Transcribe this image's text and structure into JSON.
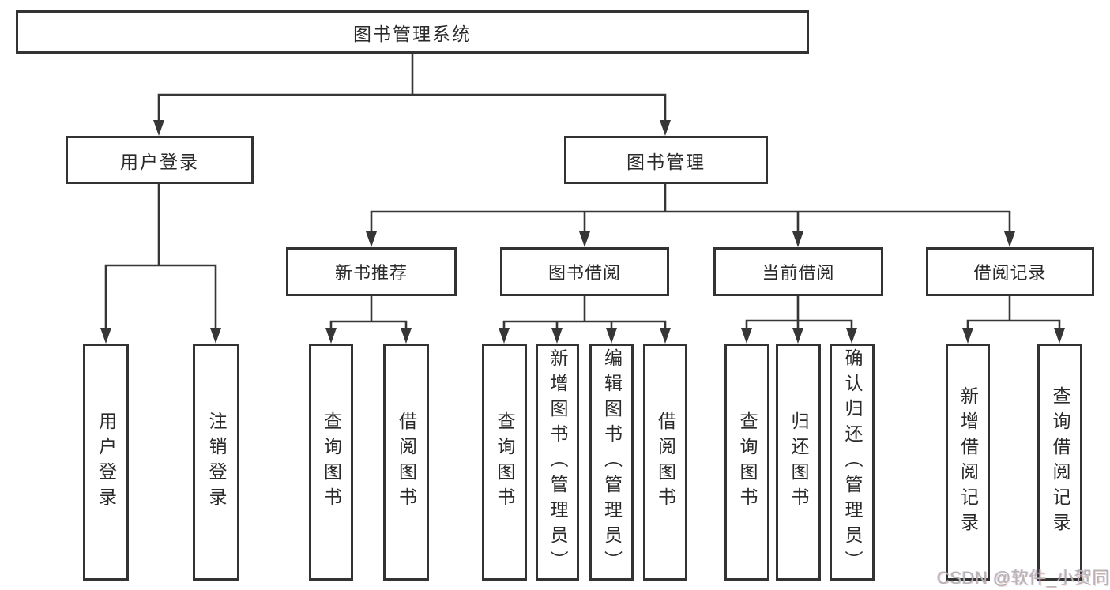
{
  "diagram": {
    "root": "图书管理系统",
    "branches": {
      "user_login": {
        "label": "用户登录",
        "children": [
          "用户登录",
          "注销登录"
        ]
      },
      "book_management": {
        "label": "图书管理",
        "sections": [
          {
            "label": "新书推荐",
            "children": [
              "查询图书",
              "借阅图书"
            ]
          },
          {
            "label": "图书借阅",
            "children": [
              "查询图书",
              "新增图书（管理员）",
              "编辑图书（管理员）",
              "借阅图书"
            ]
          },
          {
            "label": "当前借阅",
            "children": [
              "查询图书",
              "归还图书",
              "确认归还（管理员）"
            ]
          },
          {
            "label": "借阅记录",
            "children": [
              "新增借阅记录",
              "查询借阅记录"
            ]
          }
        ]
      }
    }
  },
  "watermark": {
    "text": "CSDN @软件_小贺同学"
  },
  "colors": {
    "line": "#363636",
    "box_border": "#333333",
    "box_fill": "#ffffff",
    "text": "#2a2a2a",
    "watermark": "#b4b4b4"
  }
}
